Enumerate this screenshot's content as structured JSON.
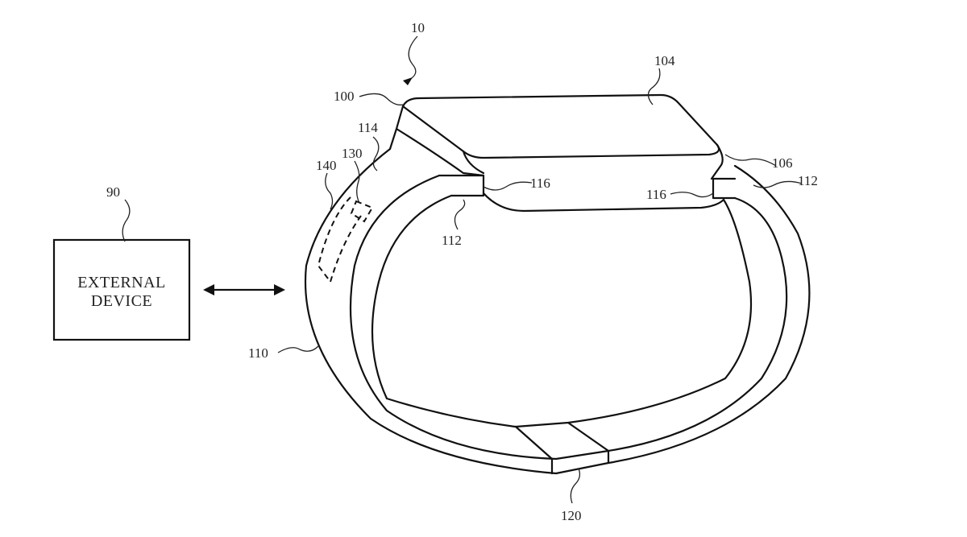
{
  "figure": {
    "labels": {
      "device": "10",
      "display": "104",
      "housing": "100",
      "band_end": "114",
      "component_130": "130",
      "component_140": "140",
      "housing_edge": "106",
      "connector_left": "116",
      "connector_right": "116",
      "band_left": "112",
      "band_right": "112",
      "band": "110",
      "clasp": "120",
      "external": "90"
    },
    "external_device": {
      "line1": "EXTERNAL",
      "line2": "DEVICE"
    }
  }
}
